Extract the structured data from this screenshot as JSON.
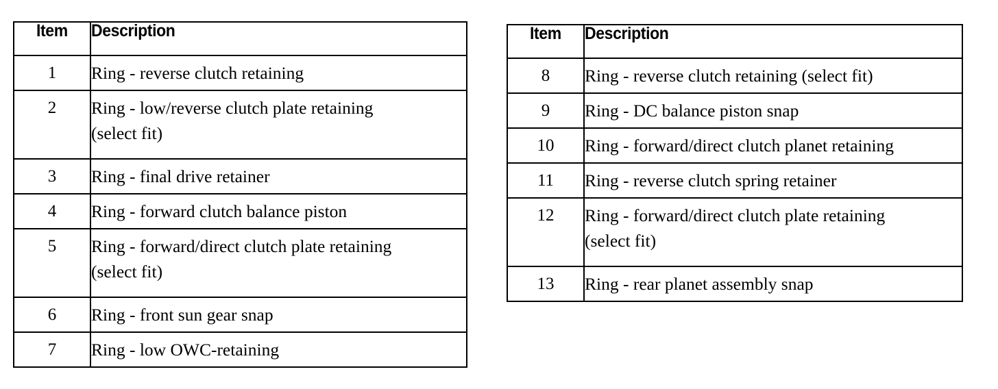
{
  "document": {
    "type": "parts-identification-table",
    "background_color": "#ffffff",
    "text_color": "#000000",
    "border_color": "#000000"
  },
  "tables": [
    {
      "id": "left",
      "columns": [
        "Item",
        "Description"
      ],
      "rows": [
        {
          "item": "1",
          "line1": "Ring - reverse clutch retaining",
          "line2": ""
        },
        {
          "item": "2",
          "line1": "Ring - low/reverse clutch plate retaining",
          "line2": "(select fit)"
        },
        {
          "item": "3",
          "line1": "Ring - final drive retainer",
          "line2": ""
        },
        {
          "item": "4",
          "line1": "Ring - forward clutch balance piston",
          "line2": ""
        },
        {
          "item": "5",
          "line1": "Ring - forward/direct clutch plate retaining",
          "line2": "(select fit)"
        },
        {
          "item": "6",
          "line1": "Ring - front sun gear snap",
          "line2": ""
        },
        {
          "item": "7",
          "line1": "Ring - low OWC-retaining",
          "line2": ""
        }
      ]
    },
    {
      "id": "right",
      "columns": [
        "Item",
        "Description"
      ],
      "rows": [
        {
          "item": "8",
          "line1": "Ring - reverse clutch retaining (select fit)",
          "line2": ""
        },
        {
          "item": "9",
          "line1": "Ring - DC balance piston snap",
          "line2": ""
        },
        {
          "item": "10",
          "line1": "Ring - forward/direct clutch planet retaining",
          "line2": ""
        },
        {
          "item": "11",
          "line1": "Ring - reverse clutch spring retainer",
          "line2": ""
        },
        {
          "item": "12",
          "line1": "Ring - forward/direct clutch plate retaining",
          "line2": "(select fit)"
        },
        {
          "item": "13",
          "line1": "Ring - rear planet assembly snap",
          "line2": ""
        }
      ]
    }
  ]
}
